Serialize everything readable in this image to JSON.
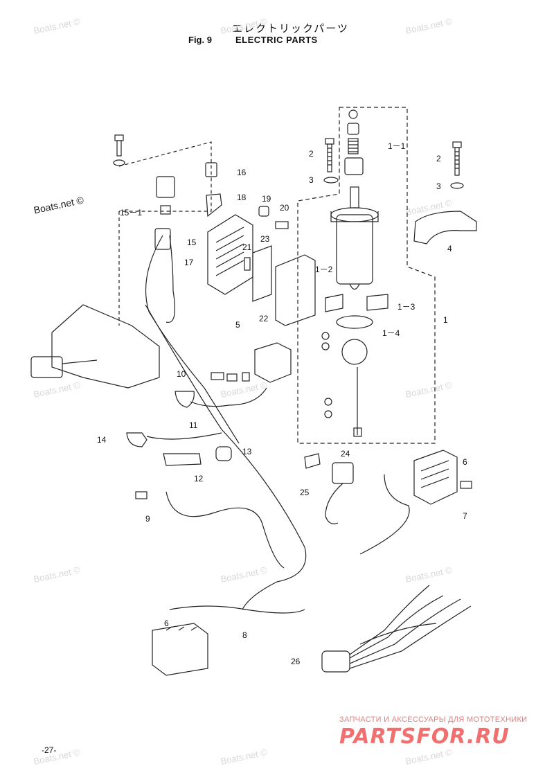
{
  "header": {
    "title_jp": "エレクトリックパーツ",
    "fig_no": "Fig. 9",
    "title": "ELECTRIC PARTS"
  },
  "watermark": "Boats.net ©",
  "callouts": {
    "c1": "1",
    "c1_1": "1－1",
    "c1_2": "1－2",
    "c1_3": "1－3",
    "c1_4": "1－4",
    "c2a": "2",
    "c2b": "2",
    "c3a": "3",
    "c3b": "3",
    "c4": "4",
    "c5": "5",
    "c6a": "6",
    "c6b": "6",
    "c7": "7",
    "c8": "8",
    "c9": "9",
    "c10": "10",
    "c11": "11",
    "c12": "12",
    "c13": "13",
    "c14": "14",
    "c15": "15",
    "c15_1": "15－1",
    "c16": "16",
    "c17": "17",
    "c18": "18",
    "c19": "19",
    "c20": "20",
    "c21": "21",
    "c22": "22",
    "c23": "23",
    "c24": "24",
    "c25": "25",
    "c26": "26"
  },
  "footer": {
    "page": "-27-",
    "shop_caption": "ЗАПЧАСТИ И АКСЕССУАРЫ ДЛЯ МОТОТЕХНИКИ",
    "shop_logo": "PARTSFOR.RU"
  },
  "colors": {
    "line": "#222222",
    "watermark": "#d8d8d8",
    "shop": "#f07070"
  }
}
